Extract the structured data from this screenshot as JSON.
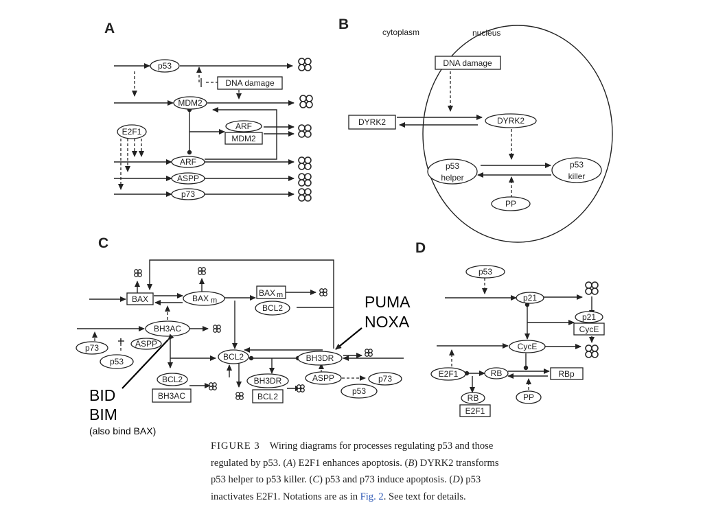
{
  "panels": {
    "A": {
      "label": "A",
      "nodes": [
        "p53",
        "DNA damage",
        "MDM2",
        "ARF",
        "MDM2",
        "E2F1",
        "ARF",
        "ASPP",
        "p73"
      ]
    },
    "B": {
      "label": "B",
      "region_labels": [
        "cytoplasm",
        "nucleus"
      ],
      "nodes": [
        "DNA damage",
        "DYRK2",
        "DYRK2",
        "p53",
        "helper",
        "p53",
        "killer",
        "PP"
      ]
    },
    "C": {
      "label": "C",
      "nodes": [
        "BAX",
        "BAX",
        "m",
        "BAX",
        "m",
        "BCL2",
        "BH3AC",
        "ASPP",
        "p73",
        "p53",
        "BCL2",
        "BH3DR",
        "BCL2",
        "BH3AC",
        "BH3DR",
        "BCL2",
        "ASPP",
        "p73",
        "p53"
      ]
    },
    "D": {
      "label": "D",
      "nodes": [
        "p53",
        "p21",
        "p21",
        "CycE",
        "CycE",
        "E2F1",
        "RB",
        "RBp",
        "RB",
        "E2F1",
        "PP"
      ]
    }
  },
  "annotations": {
    "puma": "PUMA",
    "noxa": "NOXA",
    "bid": "BID",
    "bim": "BIM",
    "bid_note": "(also bind BAX)"
  },
  "caption": {
    "label": "FIGURE 3",
    "text_1": "Wiring diagrams for processes regulating p53 and those regulated by p53. (",
    "a": "A",
    "text_2": ") E2F1 enhances apoptosis. (",
    "b": "B",
    "text_3": ") DYRK2 transforms p53 helper to p53 killer. (",
    "c": "C",
    "text_4": ") p53 and p73 induce apoptosis. (",
    "d": "D",
    "text_5": ") p53 inactivates E2F1. Notations are as in ",
    "ref": "Fig. 2",
    "text_6": ". See text for details."
  }
}
